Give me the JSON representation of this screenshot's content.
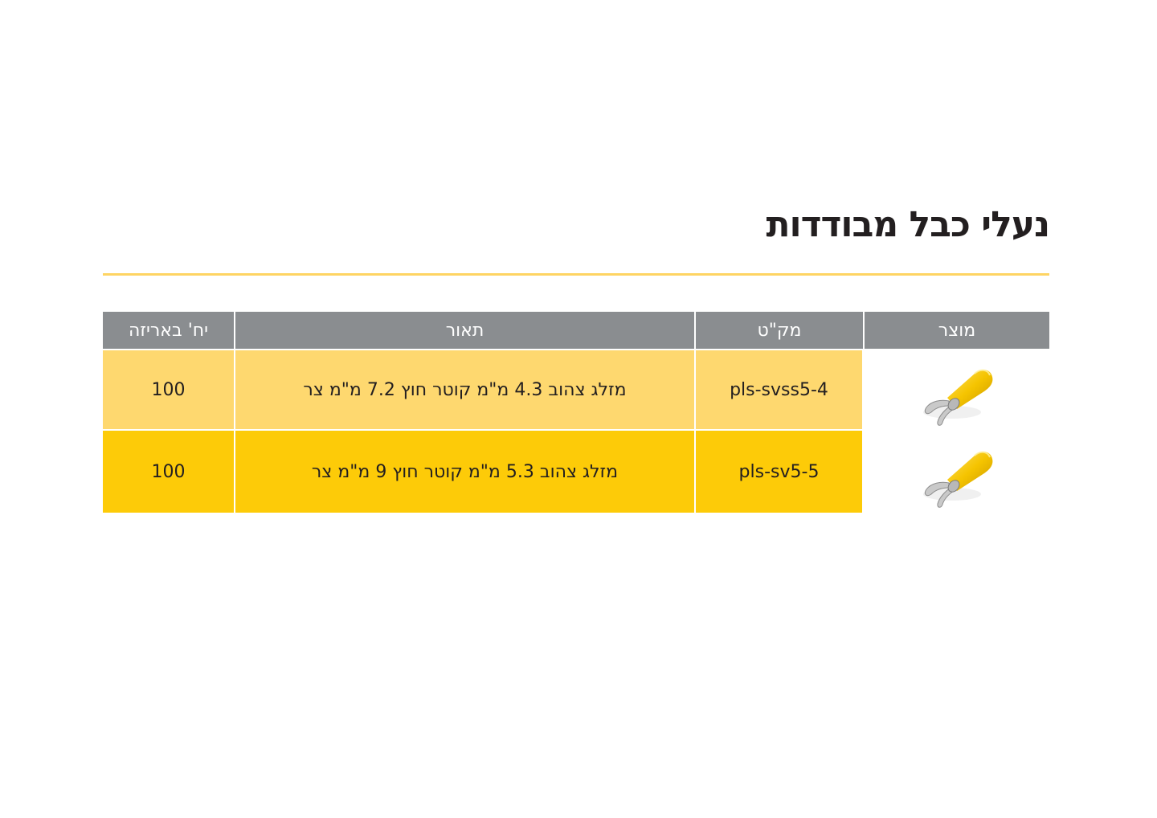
{
  "title": "נעלי כבל מבודדות",
  "colors": {
    "accent_rule": "#fed463",
    "header_bg": "#8a8d90",
    "row_light": "#fed86f",
    "row_dark": "#fdcb08",
    "text": "#231f20"
  },
  "table": {
    "headers": {
      "product": "מוצר",
      "sku": "מק\"ט",
      "description": "תאור",
      "qty": "יח' באריזה"
    },
    "rows": [
      {
        "image": "yellow-spade-terminal-icon",
        "sku": "pls-svss5-4",
        "description": "מזלג צהוב 4.3 מ\"מ קוטר חוץ 7.2 מ\"מ צר",
        "qty": "100"
      },
      {
        "image": "yellow-spade-terminal-icon",
        "sku": "pls-sv5-5",
        "description": "מזלג צהוב 5.3 מ\"מ קוטר חוץ 9 מ\"מ צר",
        "qty": "100"
      }
    ]
  }
}
